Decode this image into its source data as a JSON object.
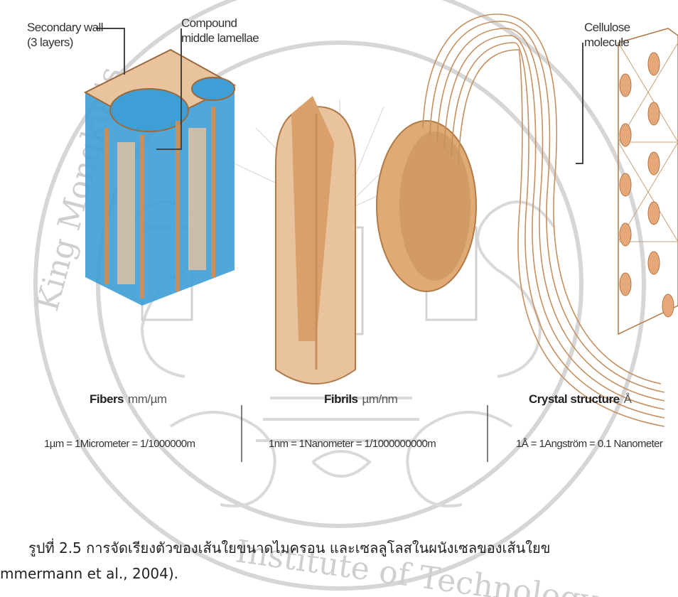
{
  "labels": {
    "secondary_wall": "Secondary wall",
    "secondary_wall_sub": "(3 layers)",
    "compound": "Compound",
    "middle_lamellae": "middle lamellae",
    "cellulose": "Cellulose",
    "molecule": "molecule"
  },
  "sections": [
    {
      "title": "Fibers",
      "unit": "mm/µm",
      "scale": "1µm = 1Micrometer = 1/1000000m"
    },
    {
      "title": "Fibrils",
      "unit": "µm/nm",
      "scale": "1nm = 1Nanometer = 1/1000000000m"
    },
    {
      "title": "Crystal structure",
      "unit": "Å",
      "scale": "1Å = 1Angström = 0.1 Nanometer"
    }
  ],
  "caption": {
    "line1": "รูปที่ 2.5 การจัดเรียงตัวของเส้นใยขนาดไมครอน และเซลลูโลสในผนังเซลของเส้นใยข",
    "line2": "mmermann et al., 2004)."
  },
  "watermark": {
    "text_left": "King Mongkut's",
    "text_bottom": "Institute of Technology"
  },
  "colors": {
    "tan": "#e8c39d",
    "tan_dark": "#c88f5a",
    "blue": "#3d9fd6",
    "line": "#555555",
    "watermark": "#cfcfcf"
  }
}
